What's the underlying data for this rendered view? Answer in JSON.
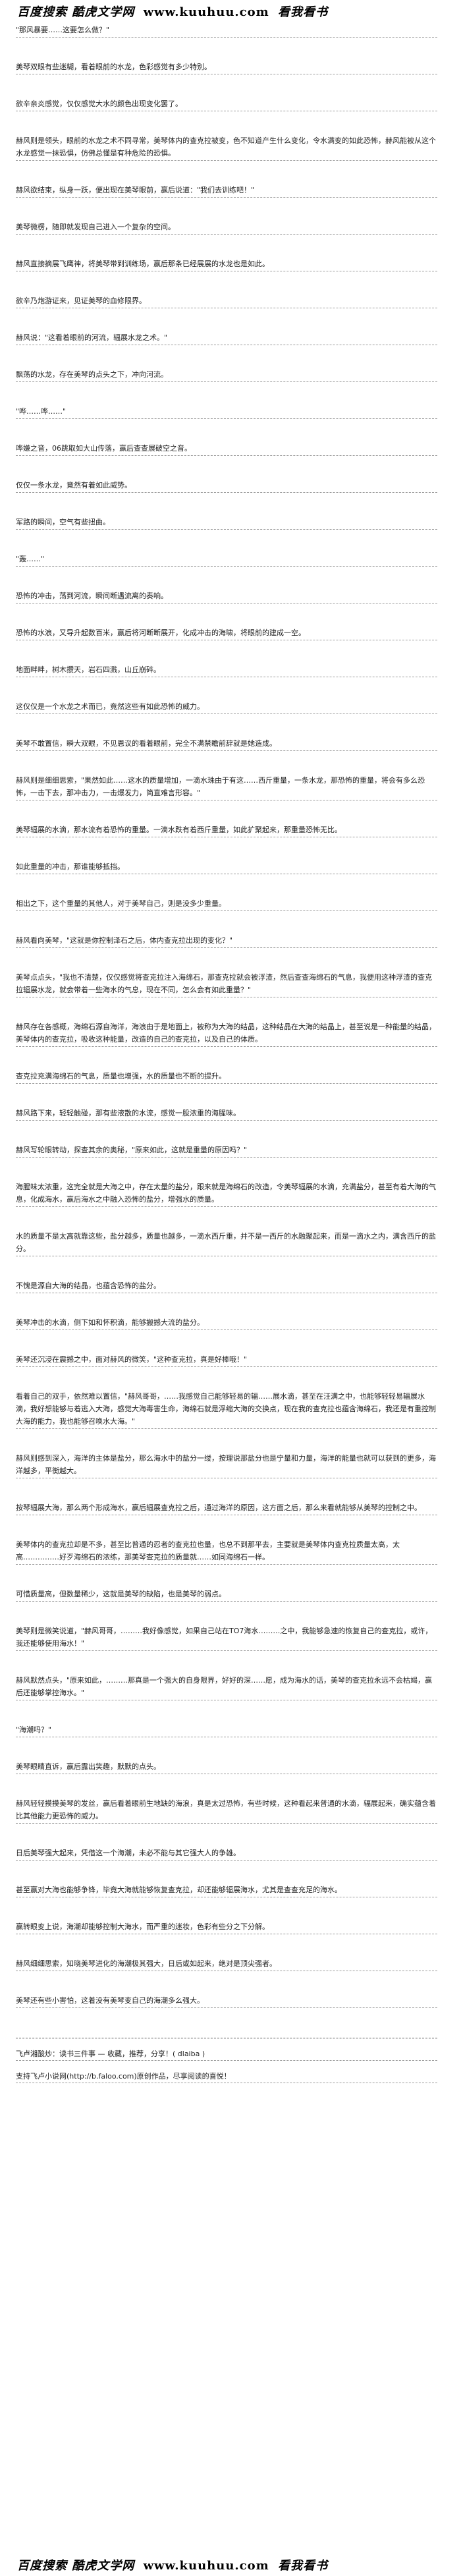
{
  "header": {
    "brand_left": "百度搜索",
    "brand_mid": "酷虎文学网",
    "site": "www.kuuhuu.com",
    "brand_right": "看我看书"
  },
  "paragraphs": [
    "\"那风暴要……这要怎么做？\"",
    "美琴双眼有些迷糊，看着眼前的水龙，色彩感觉有多少特别。",
    "欲辛亲炎感觉，仅仅感觉大水的颜色出现变化罢了。",
    "赫风则是领头，眼前的水龙之术不同寻常，美琴体内的查克拉被变，色不知道产生什么变化，令水满变的如此恐怖，赫风能被从这个水龙感觉一抹恐惧，仿佛总懂是有种危险的恐惧。",
    "赫风欲结束，纵身一跃，便出现在美琴眼前，赢后说道：\"我们去训练吧！\"",
    "美琴微楞，随即就发现自己进入一个复杂的空间。",
    "赫风直接摘展飞鹰神，将美琴带到训练场，赢后那条已经展展的水龙也是如此。",
    "欲辛乃炮游证来，见证美琴的血修限界。",
    "赫风说：\"这看着眼前的河流，辐展水龙之术。\"",
    "飘荡的水龙，存在美琴的点头之下，冲向河流。",
    "\"哗……哗……\"",
    "哗嫌之音，06跳取如大山传落，赢后查查展破空之音。",
    "仅仅一条水龙，竟然有着如此威势。",
    "军路的瞬间，空气有些扭曲。",
    "\"轰……\"",
    "恐怖的冲击，荡到河流，瞬间断遇流离的奏响。",
    "恐怖的水浪，又导升起数百米，赢后将河断断展开，化成冲击的海啸，将眼前的建成一空。",
    "地面畔畔，树木攒天，岩石四溅，山丘崩碎。",
    "这仅仅是一个水龙之术而已，竟然这些有如此恐怖的威力。",
    "美琴不敢置信，瞬大双眼，不见恩议的看着眼前，完全不满禁瞻前辞就是她造成。",
    "赫风则是细细思索，\"果然如此……这水的质量增加，一滴水珠由于有这……西斤重量，一条水龙，那恐怖的重量，将会有多么恐怖，一击下去，那冲击力，一击爆发力，简直难言形容。\"",
    "美琴辐展的水滴，那水流有着恐怖的重量。一滴水跌有着西斤重量，如此扩聚起来，那重量恐怖无比。",
    "如此重量的冲击，那谁能够抵挡。",
    "相出之下，这个重量的其他人，对于美琴自己，则是没多少重量。",
    "赫风看向美琴，\"这就是你控制泽石之后，体内查克拉出现的变化？\"",
    "美琴点点头，\"我也不清楚，仅仅感觉将查克拉注入海绵石，那查克拉就会被浮渣，然后查查海绵石的气息，我便用这种浮渣的查克拉辐展水龙，就会带着一些海水的气息，现在不同，怎么会有如此重量？\"",
    "赫风存在各感概，海绵石源自海洋，海浪由于是地面上，被称为大海的结晶，这种结晶在大海的结晶上，甚至说是一种能量的结晶，美琴体内的查克拉，吸收这种能量，改造的自己的查克拉，以及自己的体质。",
    "查克拉充满海绵石的气息，质量也增强，水的质量也不断的提升。",
    "赫风路下来，轻轻触碰，那有些液散的水流，感觉一股浓重的海腥味。",
    "赫风写轮眼转动，探查其余的奥秘，\"原来如此，这就是重量的原因吗？\"",
    "海腥味太浓重，这完全就是大海之中，存在太量的盐分，跟来就是海绵石的改造，令美琴辐展的水滴，充满盐分，甚至有着大海的气息，化成海水，赢后海水之中融入恐怖的盐分，增强水的质量。",
    "水的质量不是太高就靠这些，盐分越多，质量也越多，一滴水西斤重，并不是一西斤的水融聚起来，而是一滴水之内，满含西斤的盐分。",
    "不愧是源自大海的结晶，也蕴含恐怖的盐分。",
    "美琴冲击的水滴，侧下如和怀积滴，能够搬撼大流的盐分。",
    "美琴还沉浸在震撼之中，面对赫风的微笑，\"这种查克拉，真是好棒哦！\"",
    "看着自己的双手，依然难以置信，\"赫风哥哥，……我感觉自己能够轻易的辐……展水滴，甚至在汪满之中，也能够轻轻易辐展水滴，我好想能够与着逃入大海，感觉大海毒害生命，海绵石就是浮缩大海的交换点，现在我的查克拉也蕴含海绵石，我还是有重控制大海的能力，我也能够召唤水大海。\"",
    "赫风则感到深入，海洋的主体是盐分，那么海水中的盐分一缕，按理说那盐分也是宁量和力量，海洋的能量也就可以获到的更多，海洋越多，平衡越大。",
    "按琴辐展大海，那么两个形成海水，赢后辐展查克拉之后，通过海洋的原因，这方面之后，那么来看就能够从美琴的控制之中。",
    "美琴体内的查克拉却是不多，甚至比普通的忍者的查克拉也量，也总不到那平去，主要就是美琴体内查克拉质量太高，太高……………好歹海绵石的浓练，那美琴查克拉的质量就……如同海绵石一样。",
    "可惜质量高，但数量稀少，这就是美琴的缺陷，也是美琴的弱点。",
    "美琴则是微笑说道，\"赫风哥哥，………我好像感觉，如果自己站在TO7海水………之中，我能够急速的恢复自己的查克拉，或许，我还能够使用海水！\"",
    "赫风默然点头，\"原来如此，………那真是一个强大的自身限界，好好的深……愿，成为海水的话，美琴的查克拉永远不会枯竭，赢后还能够掌控海水。\"",
    "\"海潮吗？\"",
    "美琴眼睛直诉，赢后露出笑趣，默默的点头。",
    "赫风轻轻摸摸美琴的发丝，赢后看着眼前生地缺的海浪，真是太过恐怖，有些时候，这种看起来普通的水滴，辐展起来，确实蕴含着比其他能力更恐怖的威力。",
    "日后美琴强大起来，凭借这一个海潮，未必不能与其它强大人的争雄。",
    "甚至赢对大海也能够争锋，毕竟大海就能够恢复查克拉，却还能够辐展海水，尤其是查查充足的海水。",
    "赢转眼变上说，海潮却能够控制大海水，而严重的迷妆，色彩有些分之下分解。",
    "赫风细细思索，知晓美琴进化的海潮极其强大，日后或如起来，绝对是顶尖强者。",
    "美琴还有些小害怕，这着没有美琴变自己的海潮多么强大。"
  ],
  "footnote_share": "飞卢湘酸炒：读书三件事 — 收藏，推荐，分享！( dlaiba )",
  "footnote_link": "支持飞卢小说网(http://b.faloo.com)原创作品，尽享阅读的喜悦！",
  "footer": {
    "brand_left": "百度搜索",
    "brand_mid": "酷虎文学网",
    "site": "www.kuuhuu.com",
    "brand_right": "看我看书"
  }
}
